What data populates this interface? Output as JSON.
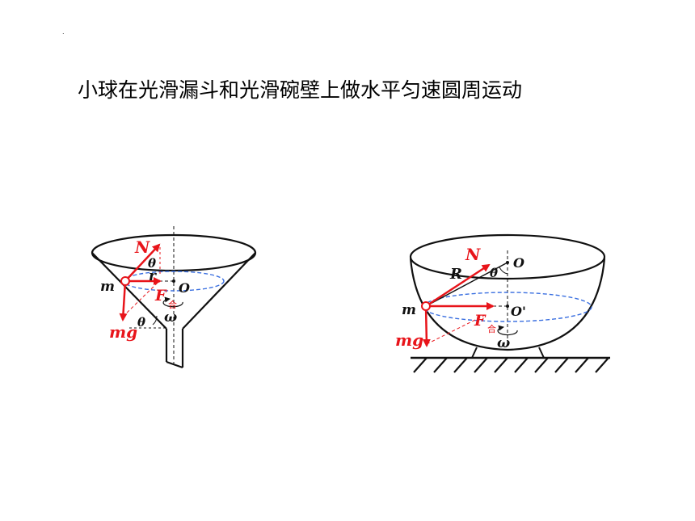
{
  "title": "小球在光滑漏斗和光滑碗壁上做水平匀速圆周运动",
  "corner_mark": ".",
  "funnel": {
    "labels": {
      "normal_force": "N",
      "angle_top": "θ",
      "radius": "r",
      "center": "O",
      "mass": "m",
      "net_force": "F",
      "net_force_sub": "合",
      "angular_velocity": "ω",
      "gravity": "mg",
      "angle_bottom": "θ"
    }
  },
  "bowl": {
    "labels": {
      "normal_force": "N",
      "center_top": "O",
      "radius": "R",
      "angle": "θ",
      "mass": "m",
      "center_circle": "O'",
      "net_force": "F",
      "net_force_sub": "合",
      "gravity": "mg",
      "angular_velocity": "ω"
    }
  }
}
